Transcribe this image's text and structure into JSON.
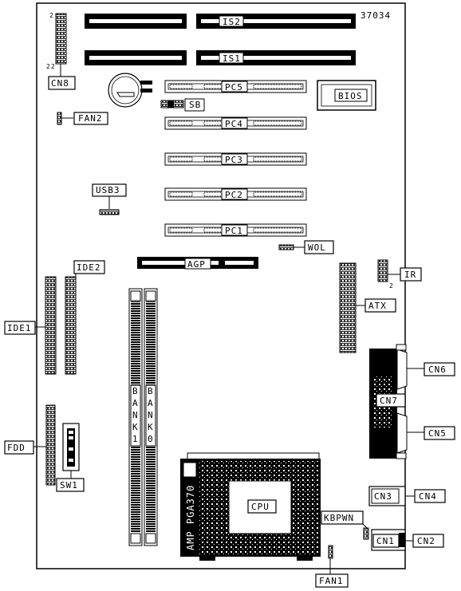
{
  "diagram": {
    "part_number": "37034",
    "labels": {
      "is2": "IS2",
      "is1": "IS1",
      "cn8": "CN8",
      "cn8_pin2": "2",
      "cn8_pin22": "22",
      "pc5": "PC5",
      "pc4": "PC4",
      "pc3": "PC3",
      "pc2": "PC2",
      "pc1": "PC1",
      "bios": "BIOS",
      "sb": "SB",
      "fan2": "FAN2",
      "usb3": "USB3",
      "wol": "WOL",
      "agp": "AGP",
      "ide2": "IDE2",
      "ide1": "IDE1",
      "ir": "IR",
      "ir_pin2": "2",
      "atx": "ATX",
      "cn6": "CN6",
      "cn7": "CN7",
      "cn5": "CN5",
      "bank1": "BANK1",
      "bank0": "BANK0",
      "fdd": "FDD",
      "sw1": "SW1",
      "cpu": "CPU",
      "amp_pga370": "AMP PGA370",
      "cn3": "CN3",
      "cn4": "CN4",
      "kbpwn": "KBPWN",
      "cn1": "CN1",
      "cn2": "CN2",
      "fan1": "FAN1"
    },
    "colors": {
      "ink": "#000000",
      "paper": "#ffffff"
    }
  }
}
